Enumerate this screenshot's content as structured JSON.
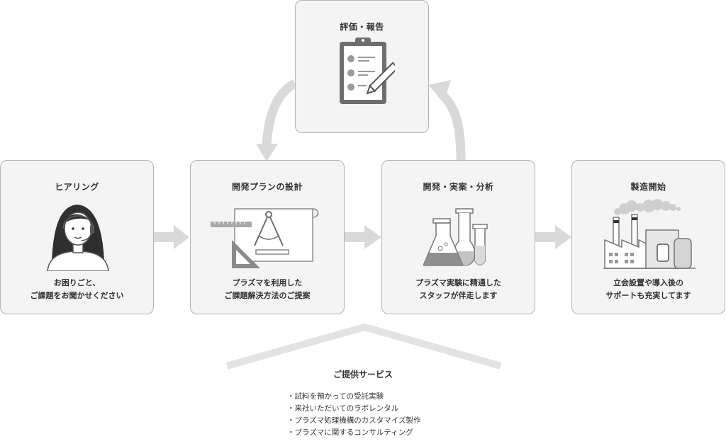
{
  "cards": {
    "hearing": {
      "title": "ヒアリング",
      "desc": [
        "お困りごと、",
        "ご課題をお聞かせください"
      ],
      "icon": "headset-operator-icon"
    },
    "plan": {
      "title": "開発プランの設計",
      "desc": [
        "プラズマを利用した",
        "ご課題解決方法のご提案"
      ],
      "icon": "drafting-tools-icon"
    },
    "experiment": {
      "title": "開発・実案・分析",
      "desc": [
        "プラズマ実験に精通した",
        "スタッフが伴走します"
      ],
      "icon": "lab-flasks-icon"
    },
    "evaluation": {
      "title": "評価・報告",
      "icon": "clipboard-checklist-icon"
    },
    "manufacturing": {
      "title": "製造開始",
      "desc": [
        "立会設置や導入後の",
        "サポートも充実してます"
      ],
      "icon": "factory-icon"
    }
  },
  "services": {
    "title": "ご提供サービス",
    "items": [
      "・試料を預かっての受託実験",
      "・来社いただいてのラボレンタル",
      "・プラズマ処理機構のカスタマイズ製作",
      "・プラズマに関するコンサルティング"
    ]
  },
  "colors": {
    "card_bg": "#f4f4f4",
    "card_border": "#b3b3b3",
    "connector": "#d9d9d9",
    "text": "#333333"
  }
}
